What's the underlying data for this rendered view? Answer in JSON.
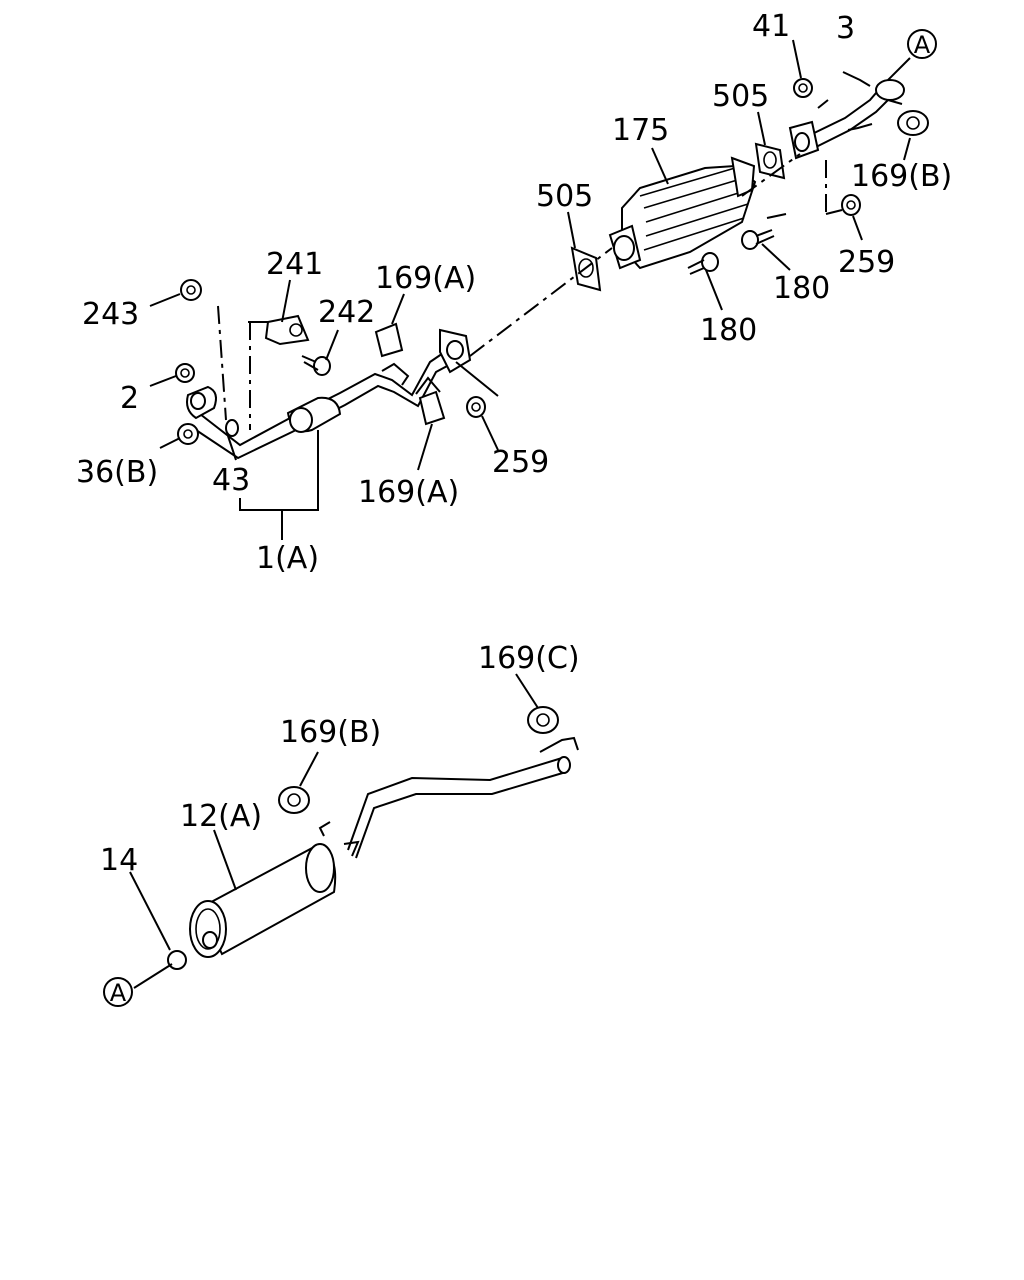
{
  "labels": {
    "l41": "41",
    "l3": "3",
    "refA_top": "A",
    "l505_right": "505",
    "l175": "175",
    "l169B_top": "169(B)",
    "l505_left": "505",
    "l259_right": "259",
    "l180_right": "180",
    "l180_mid": "180",
    "l241": "241",
    "l169A_top": "169(A)",
    "l243": "243",
    "l242": "242",
    "l2": "2",
    "l36B": "36(B)",
    "l43": "43",
    "l169A_bottom": "169(A)",
    "l259_mid": "259",
    "l1A": "1(A)",
    "l169C": "169(C)",
    "l169B_lower": "169(B)",
    "l12A": "12(A)",
    "l14": "14",
    "refA_bottom": "A"
  }
}
